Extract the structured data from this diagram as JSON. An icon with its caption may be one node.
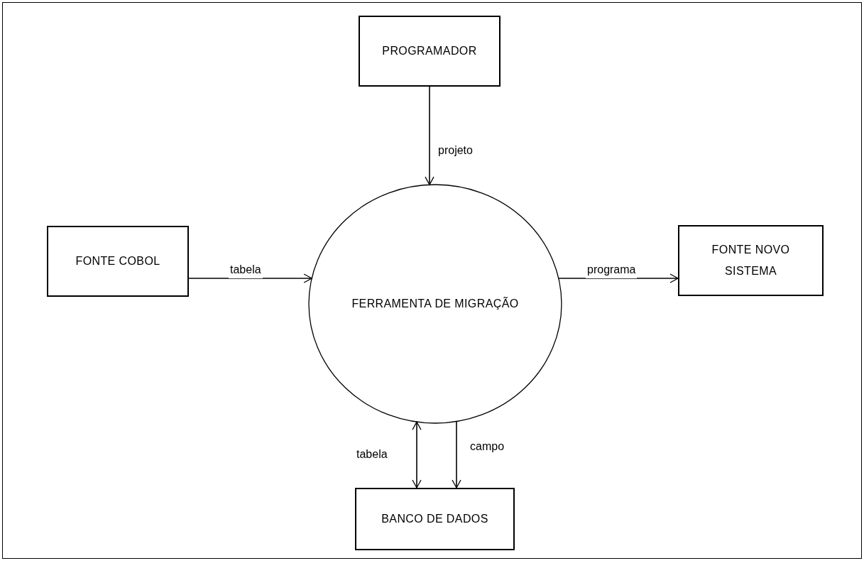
{
  "diagram": {
    "nodes": [
      {
        "text": [
          "PROGRAMADOR"
        ]
      },
      {
        "text": [
          "FONTE COBOL"
        ]
      },
      {
        "text": [
          "FERRAMENTA DE MIGRAÇÃO"
        ]
      },
      {
        "text": [
          "FONTE NOVO SISTEMA"
        ]
      },
      {
        "text": [
          "BANCO DE DADOS"
        ]
      }
    ],
    "edges": [
      {
        "from": 0,
        "to": 2,
        "arrow": "to",
        "label": "projeto"
      },
      {
        "from": 1,
        "to": 2,
        "arrow": "to",
        "label": "tabela"
      },
      {
        "from": 2,
        "to": 3,
        "arrow": "to",
        "label": "programa"
      },
      {
        "from": 2,
        "to": 4,
        "arrow": "both",
        "label": "tabela"
      },
      {
        "from": 2,
        "to": 4,
        "arrow": "to",
        "label": "campo"
      }
    ]
  }
}
